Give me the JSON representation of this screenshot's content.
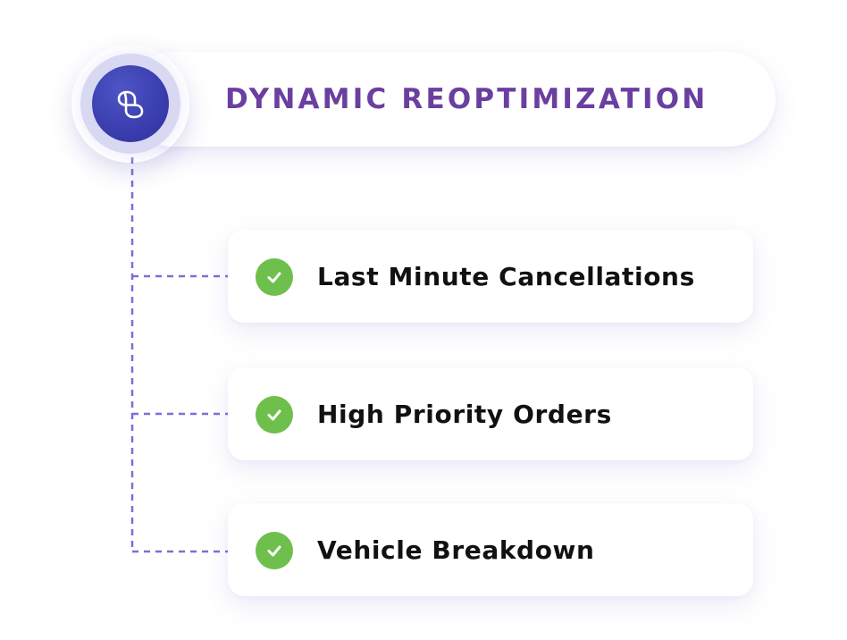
{
  "header": {
    "title": "DYNAMIC REOPTIMIZATION",
    "icon": "infinity-loop-icon"
  },
  "items": [
    {
      "label": "Last Minute Cancellations",
      "icon": "check-circle-icon",
      "checked": true
    },
    {
      "label": "High Priority Orders",
      "icon": "check-circle-icon",
      "checked": true
    },
    {
      "label": "Vehicle Breakdown",
      "icon": "check-circle-icon",
      "checked": true
    }
  ],
  "colors": {
    "title": "#6b3fa0",
    "icon_circle": "#3b3fb0",
    "connector": "#7a6fd8",
    "check": "#6fbf4c",
    "item_text": "#111111"
  }
}
